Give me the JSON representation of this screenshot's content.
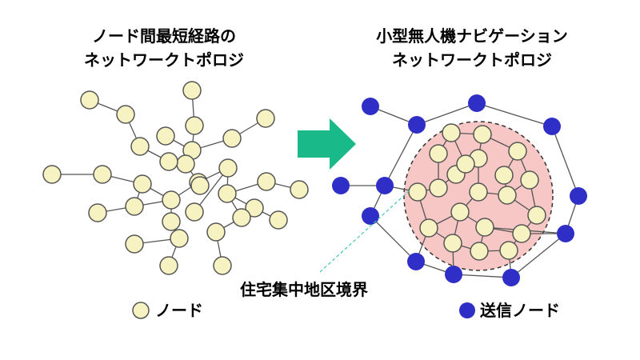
{
  "titles": {
    "left_line1": "ノード間最短経路の",
    "left_line2": "ネットワークトポロジ",
    "right_line1": "小型無人機ナビゲーション",
    "right_line2": "ネットワークトポロジ"
  },
  "labels": {
    "boundary": "住宅集中地区境界",
    "legend_node": "ノード",
    "legend_tx_node": "送信ノード"
  },
  "colors": {
    "node_fill": "#f7f2c2",
    "node_stroke": "#555555",
    "tx_node_fill": "#2f2fc8",
    "arrow": "#19b98a",
    "zone_fill": "#f6c7c4",
    "boundary_line": "#3fc8b0"
  }
}
